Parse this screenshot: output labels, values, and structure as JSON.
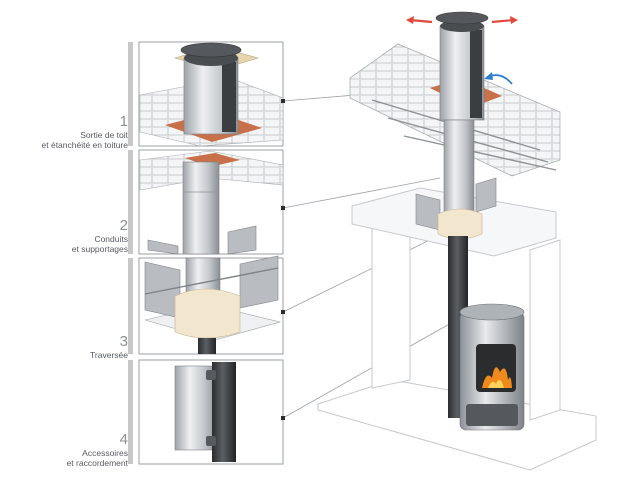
{
  "sections": [
    {
      "number": "1",
      "line1": "Sortie de toit",
      "line2": "et étanchéité en toiture"
    },
    {
      "number": "2",
      "line1": "Conduits",
      "line2": "et supportages"
    },
    {
      "number": "3",
      "line1": "Traversée",
      "line2": ""
    },
    {
      "number": "4",
      "line1": "Accessoires",
      "line2": "et raccordement"
    }
  ],
  "colors": {
    "steel": "#c9ccd0",
    "steel_dark": "#8d9298",
    "pipe_black": "#3a3d40",
    "flashing": "#c8704a",
    "insulation": "#f3e6cf",
    "flame": "#f08a1c",
    "arrow_red": "#e04a3a",
    "arrow_blue": "#2f7fd0"
  }
}
